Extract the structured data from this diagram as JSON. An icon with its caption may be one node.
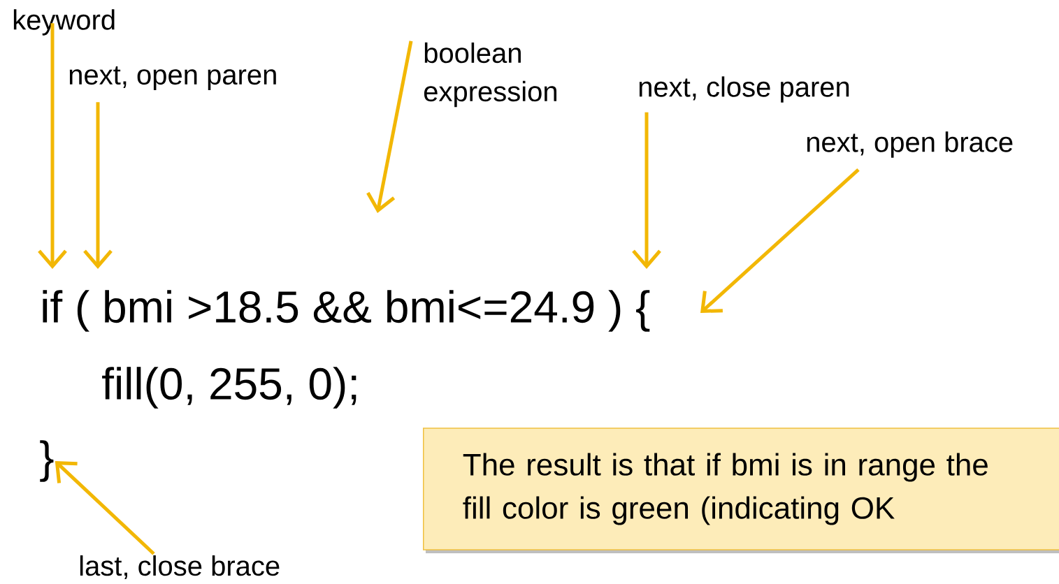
{
  "diagram": {
    "nodes": [
      {
        "text": [
          "keyword"
        ]
      },
      {
        "text": [
          "next, open paren"
        ]
      },
      {
        "text": [
          "boolean expression"
        ]
      },
      {
        "text": [
          "next, close paren"
        ]
      },
      {
        "text": [
          "next, open brace"
        ]
      },
      {
        "text": [
          "last, close brace"
        ]
      },
      {
        "text": [
          "The result is that if bmi is in range the fill color is green (indicating OK"
        ]
      },
      {
        "text": [
          "}"
        ]
      }
    ],
    "edges": [
      {
        "from": 0,
        "to": null,
        "arrow": "to"
      },
      {
        "from": 1,
        "to": null,
        "arrow": "to"
      },
      {
        "from": 2,
        "to": null,
        "arrow": "to"
      },
      {
        "from": 3,
        "to": null,
        "arrow": "to"
      },
      {
        "from": 4,
        "to": null,
        "arrow": "to"
      },
      {
        "from": 5,
        "to": 7,
        "arrow": "to"
      }
    ],
    "labels": [
      "if ( bmi >18.5 && bmi<=24.9 ) {",
      "fill(0, 255, 0);"
    ]
  }
}
